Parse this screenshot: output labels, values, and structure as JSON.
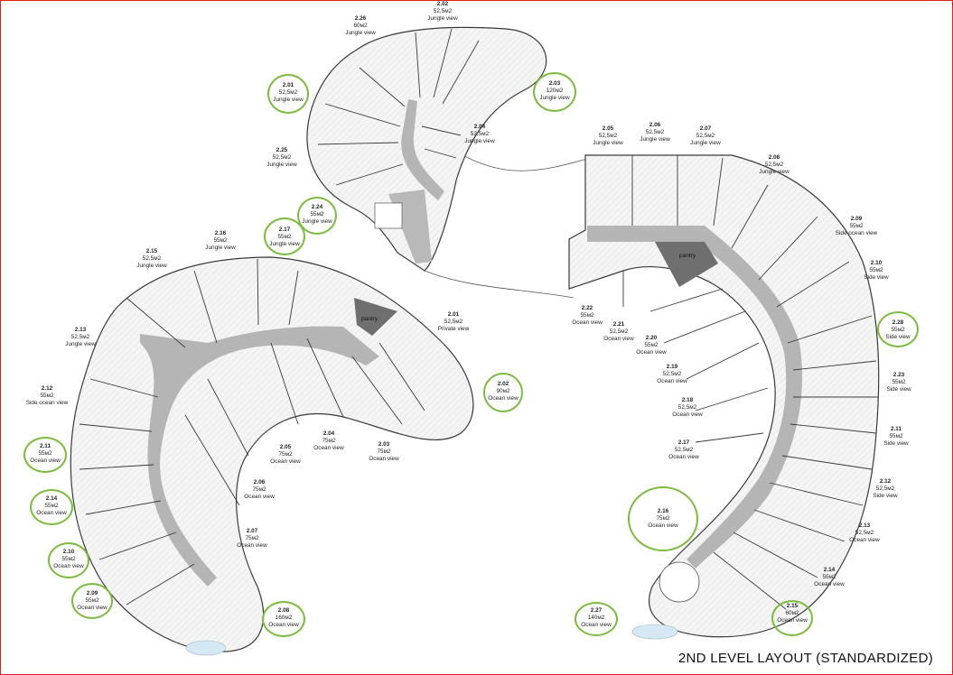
{
  "title": "2ND LEVEL LAYOUT (STANDARDIZED)",
  "colors": {
    "frame": "#e0201c",
    "highlight_ring": "#7cbb3f",
    "corridor": "#b5b5b5",
    "service": "#6f6f6f",
    "wall": "#3a3a3a"
  },
  "pantry_labels": [
    "pantry",
    "pantry"
  ],
  "units": [
    {
      "num": "2.26",
      "area": "60м2",
      "view": "Jungle view",
      "hl": false
    },
    {
      "num": "2.02",
      "area": "52,5м2",
      "view": "Jungle view",
      "hl": false
    },
    {
      "num": "2.01",
      "area": "52,5м2",
      "view": "Jungle view",
      "hl": true
    },
    {
      "num": "2.03",
      "area": "120м2",
      "view": "Jungle view",
      "hl": true
    },
    {
      "num": "2.04",
      "area": "52,5м2",
      "view": "Jungle view",
      "hl": false
    },
    {
      "num": "2.25",
      "area": "52,5м2",
      "view": "Jungle view",
      "hl": false
    },
    {
      "num": "2.24",
      "area": "55м2",
      "view": "Jungle view",
      "hl": true
    },
    {
      "num": "2.17",
      "area": "55м2",
      "view": "Jungle view",
      "hl": true
    },
    {
      "num": "2.16",
      "area": "55м2",
      "view": "Jungle view",
      "hl": false
    },
    {
      "num": "2.15",
      "area": "52,5м2",
      "view": "Jungle view",
      "hl": false
    },
    {
      "num": "2.13",
      "area": "52,5м2",
      "view": "Jungle view",
      "hl": false
    },
    {
      "num": "2.12",
      "area": "55м2",
      "view": "Side ocean view",
      "hl": false
    },
    {
      "num": "2.11",
      "area": "55м2",
      "view": "Ocean view",
      "hl": true
    },
    {
      "num": "2.14",
      "area": "55м2",
      "view": "Ocean view",
      "hl": true
    },
    {
      "num": "2.10",
      "area": "55м2",
      "view": "Ocean view",
      "hl": true
    },
    {
      "num": "2.09",
      "area": "55м2",
      "view": "Ocean view",
      "hl": true
    },
    {
      "num": "2.08",
      "area": "160м2",
      "view": "Ocean view",
      "hl": true
    },
    {
      "num": "2.07",
      "area": "75м2",
      "view": "Ocean view",
      "hl": false
    },
    {
      "num": "2.06",
      "area": "75м2",
      "view": "Ocean view",
      "hl": false
    },
    {
      "num": "2.05",
      "area": "75м2",
      "view": "Ocean view",
      "hl": false
    },
    {
      "num": "2.04",
      "area": "75м2",
      "view": "Ocean view",
      "hl": false
    },
    {
      "num": "2.03",
      "area": "75м2",
      "view": "Ocean view",
      "hl": false
    },
    {
      "num": "2.02",
      "area": "90м2",
      "view": "Ocean view",
      "hl": true
    },
    {
      "num": "2.01",
      "area": "52,5м2",
      "view": "Private view",
      "hl": false
    },
    {
      "num": "2.05",
      "area": "52,5м2",
      "view": "Jungle view",
      "hl": false
    },
    {
      "num": "2.06",
      "area": "52,5м2",
      "view": "Jungle view",
      "hl": false
    },
    {
      "num": "2.07",
      "area": "52,5м2",
      "view": "Jungle view",
      "hl": false
    },
    {
      "num": "2.08",
      "area": "52,5м2",
      "view": "Jungle view",
      "hl": false
    },
    {
      "num": "2.09",
      "area": "55м2",
      "view": "Side ocean view",
      "hl": false
    },
    {
      "num": "2.10",
      "area": "55м2",
      "view": "Side view",
      "hl": false
    },
    {
      "num": "2.28",
      "area": "55м2",
      "view": "Side view",
      "hl": true
    },
    {
      "num": "2.23",
      "area": "55м2",
      "view": "Side view",
      "hl": false
    },
    {
      "num": "2.11",
      "area": "55м2",
      "view": "Side view",
      "hl": false
    },
    {
      "num": "2.12",
      "area": "52,5м2",
      "view": "Side view",
      "hl": false
    },
    {
      "num": "2.13",
      "area": "52,5м2",
      "view": "Ocean view",
      "hl": false
    },
    {
      "num": "2.14",
      "area": "55м2",
      "view": "Ocean view",
      "hl": false
    },
    {
      "num": "2.15",
      "area": "60м2",
      "view": "Ocean view",
      "hl": true
    },
    {
      "num": "2.27",
      "area": "140м2",
      "view": "Ocean view",
      "hl": true
    },
    {
      "num": "2.16",
      "area": "75м2",
      "view": "Ocean view",
      "hl": true
    },
    {
      "num": "2.17",
      "area": "52,5м2",
      "view": "Ocean view",
      "hl": false
    },
    {
      "num": "2.18",
      "area": "52,5м2",
      "view": "Ocean view",
      "hl": false
    },
    {
      "num": "2.19",
      "area": "52,5м2",
      "view": "Ocean view",
      "hl": false
    },
    {
      "num": "2.20",
      "area": "55м2",
      "view": "Ocean view",
      "hl": false
    },
    {
      "num": "2.21",
      "area": "52,5м2",
      "view": "Ocean view",
      "hl": false
    },
    {
      "num": "2.22",
      "area": "55м2",
      "view": "Ocean view",
      "hl": false
    }
  ]
}
